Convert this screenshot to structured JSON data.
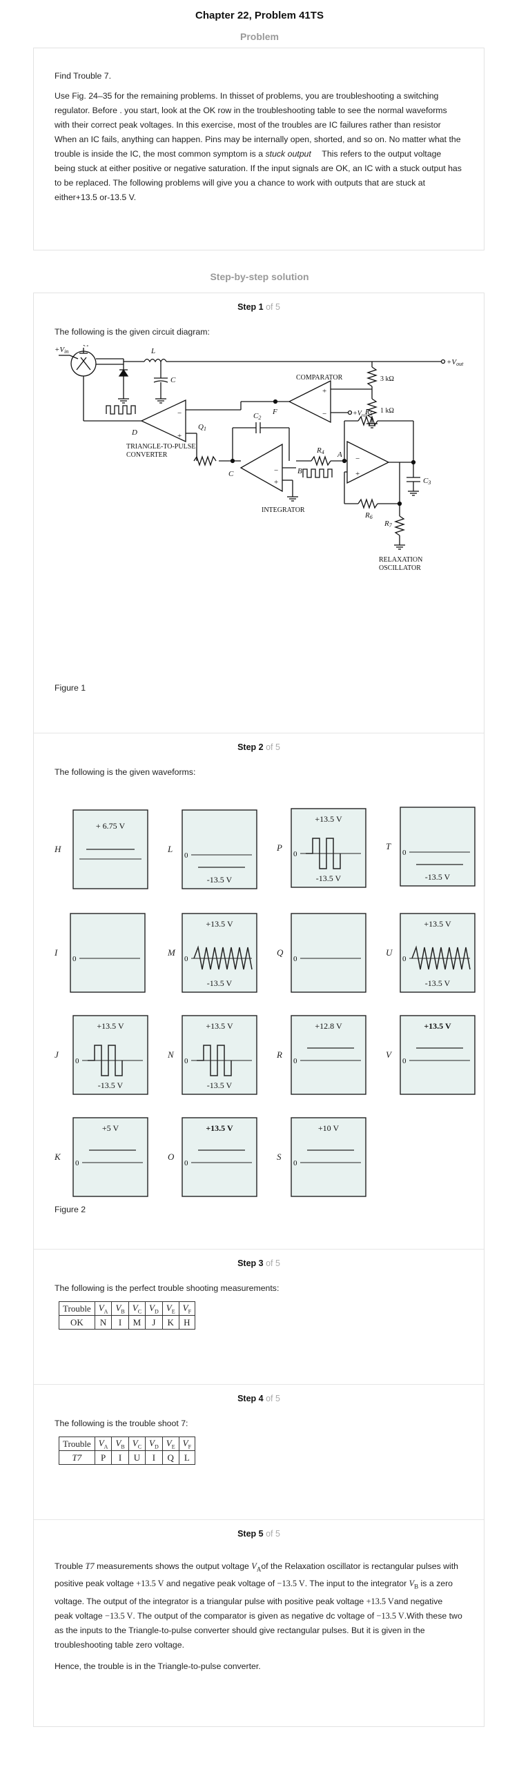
{
  "page": {
    "title": "Chapter 22, Problem 41TS",
    "problem_heading": "Problem",
    "solution_heading": "Step-by-step solution"
  },
  "problem": {
    "line1": "Find Trouble 7.",
    "para": "Use Fig. 24–35 for the remaining problems. In thisset of problems, you are troubleshooting a switching regulator. Before . you start, look at the OK row in the troubleshooting table to see the normal waveforms with their correct peak voltages. In this exercise, most of the troubles are IC failures rather than resistor   When an IC fails, anything can happen. Pins may be internally open, shorted, and so on. No matter what the trouble is inside the IC, the most common symptom is a",
    "italic": "stuck output",
    "para2": "  This refers to the output voltage being stuck at either positive or negative saturation. If the input signals are OK, an IC with a stuck output has to be replaced. The following problems will give you a chance to work with outputs that are stuck at either+13.5 or-13.5 V."
  },
  "steps": {
    "of_label": "of 5",
    "s1": {
      "label": "Step 1",
      "text": "The following is the given circuit diagram:",
      "caption": "Figure 1",
      "circuit": {
        "vin": "+V",
        "vin_sub": "in",
        "vout": "+V",
        "vout_sub": "out",
        "q1": "Q",
        "q1_sub": "1",
        "l": "L",
        "c": "C",
        "comparator": "COMPARATOR",
        "r3k": "3 kΩ",
        "r1k": "1 kΩ",
        "vref": "+V",
        "vref_sub": "ref",
        "f": "F",
        "d": "D",
        "tri2pulse_1": "TRIANGLE-TO-PULSE",
        "tri2pulse_2": "CONVERTER",
        "q1b": "Q",
        "q1b_sub": "1",
        "c2": "C",
        "c2_sub": "2",
        "r5": "R",
        "r5_sub": "5",
        "r4": "R",
        "r4_sub": "4",
        "a": "A",
        "b": "B",
        "cnode": "C",
        "c3": "C",
        "c3_sub": "3",
        "r6": "R",
        "r6_sub": "6",
        "r7": "R",
        "r7_sub": "7",
        "integrator": "INTEGRATOR",
        "relax_1": "RELAXATION",
        "relax_2": "OSCILLATOR",
        "plus": "+",
        "minus": "−"
      }
    },
    "s2": {
      "label": "Step 2",
      "text": "The following is the given waveforms:",
      "caption": "Figure 2",
      "zero": "0",
      "waveforms": [
        {
          "id": "H",
          "top": "+ 6.75 V",
          "bottom": ""
        },
        {
          "id": "L",
          "top": "",
          "bottom": "-13.5 V"
        },
        {
          "id": "P",
          "top": "+13.5 V",
          "bottom": "-13.5 V"
        },
        {
          "id": "T",
          "top": "",
          "bottom": "-13.5 V"
        },
        {
          "id": "I",
          "top": "",
          "bottom": ""
        },
        {
          "id": "M",
          "top": "+13.5 V",
          "bottom": "-13.5 V"
        },
        {
          "id": "Q",
          "top": "",
          "bottom": ""
        },
        {
          "id": "U",
          "top": "+13.5 V",
          "bottom": "-13.5 V"
        },
        {
          "id": "J",
          "top": "+13.5 V",
          "bottom": "-13.5 V"
        },
        {
          "id": "N",
          "top": "+13.5 V",
          "bottom": "-13.5 V"
        },
        {
          "id": "R",
          "top": "+12.8 V",
          "bottom": ""
        },
        {
          "id": "V",
          "top": "+13.5 V",
          "bottom": ""
        },
        {
          "id": "K",
          "top": "+5 V",
          "bottom": ""
        },
        {
          "id": "O",
          "top": "+13.5 V",
          "bottom": ""
        },
        {
          "id": "S",
          "top": "+10 V",
          "bottom": ""
        }
      ]
    },
    "s3": {
      "label": "Step 3",
      "text": "The following is the perfect trouble shooting measurements:",
      "headers": [
        "Trouble",
        "V",
        "V",
        "V",
        "V",
        "V",
        "V"
      ],
      "subs": [
        "",
        "A",
        "B",
        "C",
        "D",
        "E",
        "F"
      ],
      "row": [
        "OK",
        "N",
        "I",
        "M",
        "J",
        "K",
        "H"
      ]
    },
    "s4": {
      "label": "Step 4",
      "text": "The following is the trouble shoot 7:",
      "headers": [
        "Trouble",
        "V",
        "V",
        "V",
        "V",
        "V",
        "V"
      ],
      "subs": [
        "",
        "A",
        "B",
        "C",
        "D",
        "E",
        "F"
      ],
      "row": [
        "T7",
        "P",
        "I",
        "U",
        "I",
        "Q",
        "L"
      ]
    },
    "s5": {
      "label": "Step 5",
      "p1": "Trouble",
      "t7": "T7",
      "p2": " measurements shows the output voltage ",
      "va": "V",
      "va_sub": "A",
      "p3": "of the Relaxation oscillator is rectangular pulses with positive peak voltage ",
      "v1": "+13.5 V",
      "p4": " and negative peak voltage of ",
      "v2": "−13.5 V",
      "p5": ". The input to the integrator ",
      "vb": "V",
      "vb_sub": "B",
      "p6": " is a zero voltage. The output of the integrator is a triangular pulse with positive peak voltage ",
      "v3": "+13.5 V",
      "p7": "and negative peak voltage ",
      "v4": "−13.5 V",
      "p8": ". The output of the comparator is given as negative dc voltage of ",
      "v5": "−13.5 V",
      "p9": ".With these two as the inputs to the Triangle-to-pulse converter should give rectangular pulses. But it is given in the troubleshooting table zero voltage.",
      "conclusion": "Hence, the trouble is in the Triangle-to-pulse converter."
    }
  }
}
